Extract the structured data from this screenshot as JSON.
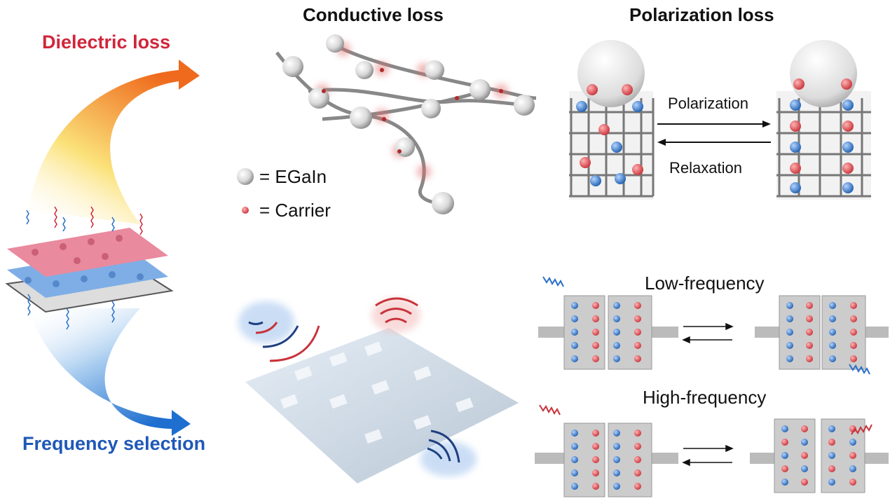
{
  "left": {
    "top_label": "Dielectric loss",
    "bottom_label": "Frequency selection",
    "colors": {
      "dielectric": "#d0263a",
      "frequency": "#1f58b8"
    }
  },
  "conductive": {
    "title": "Conductive loss",
    "legend": [
      {
        "icon": "egain-sphere-icon",
        "label": "= EGaIn"
      },
      {
        "icon": "carrier-dot-icon",
        "label": "= Carrier"
      }
    ]
  },
  "polarization": {
    "title": "Polarization loss",
    "forward_label": "Polarization",
    "backward_label": "Relaxation"
  },
  "frequency": {
    "low_label": "Low-frequency",
    "high_label": "High-frequency"
  }
}
